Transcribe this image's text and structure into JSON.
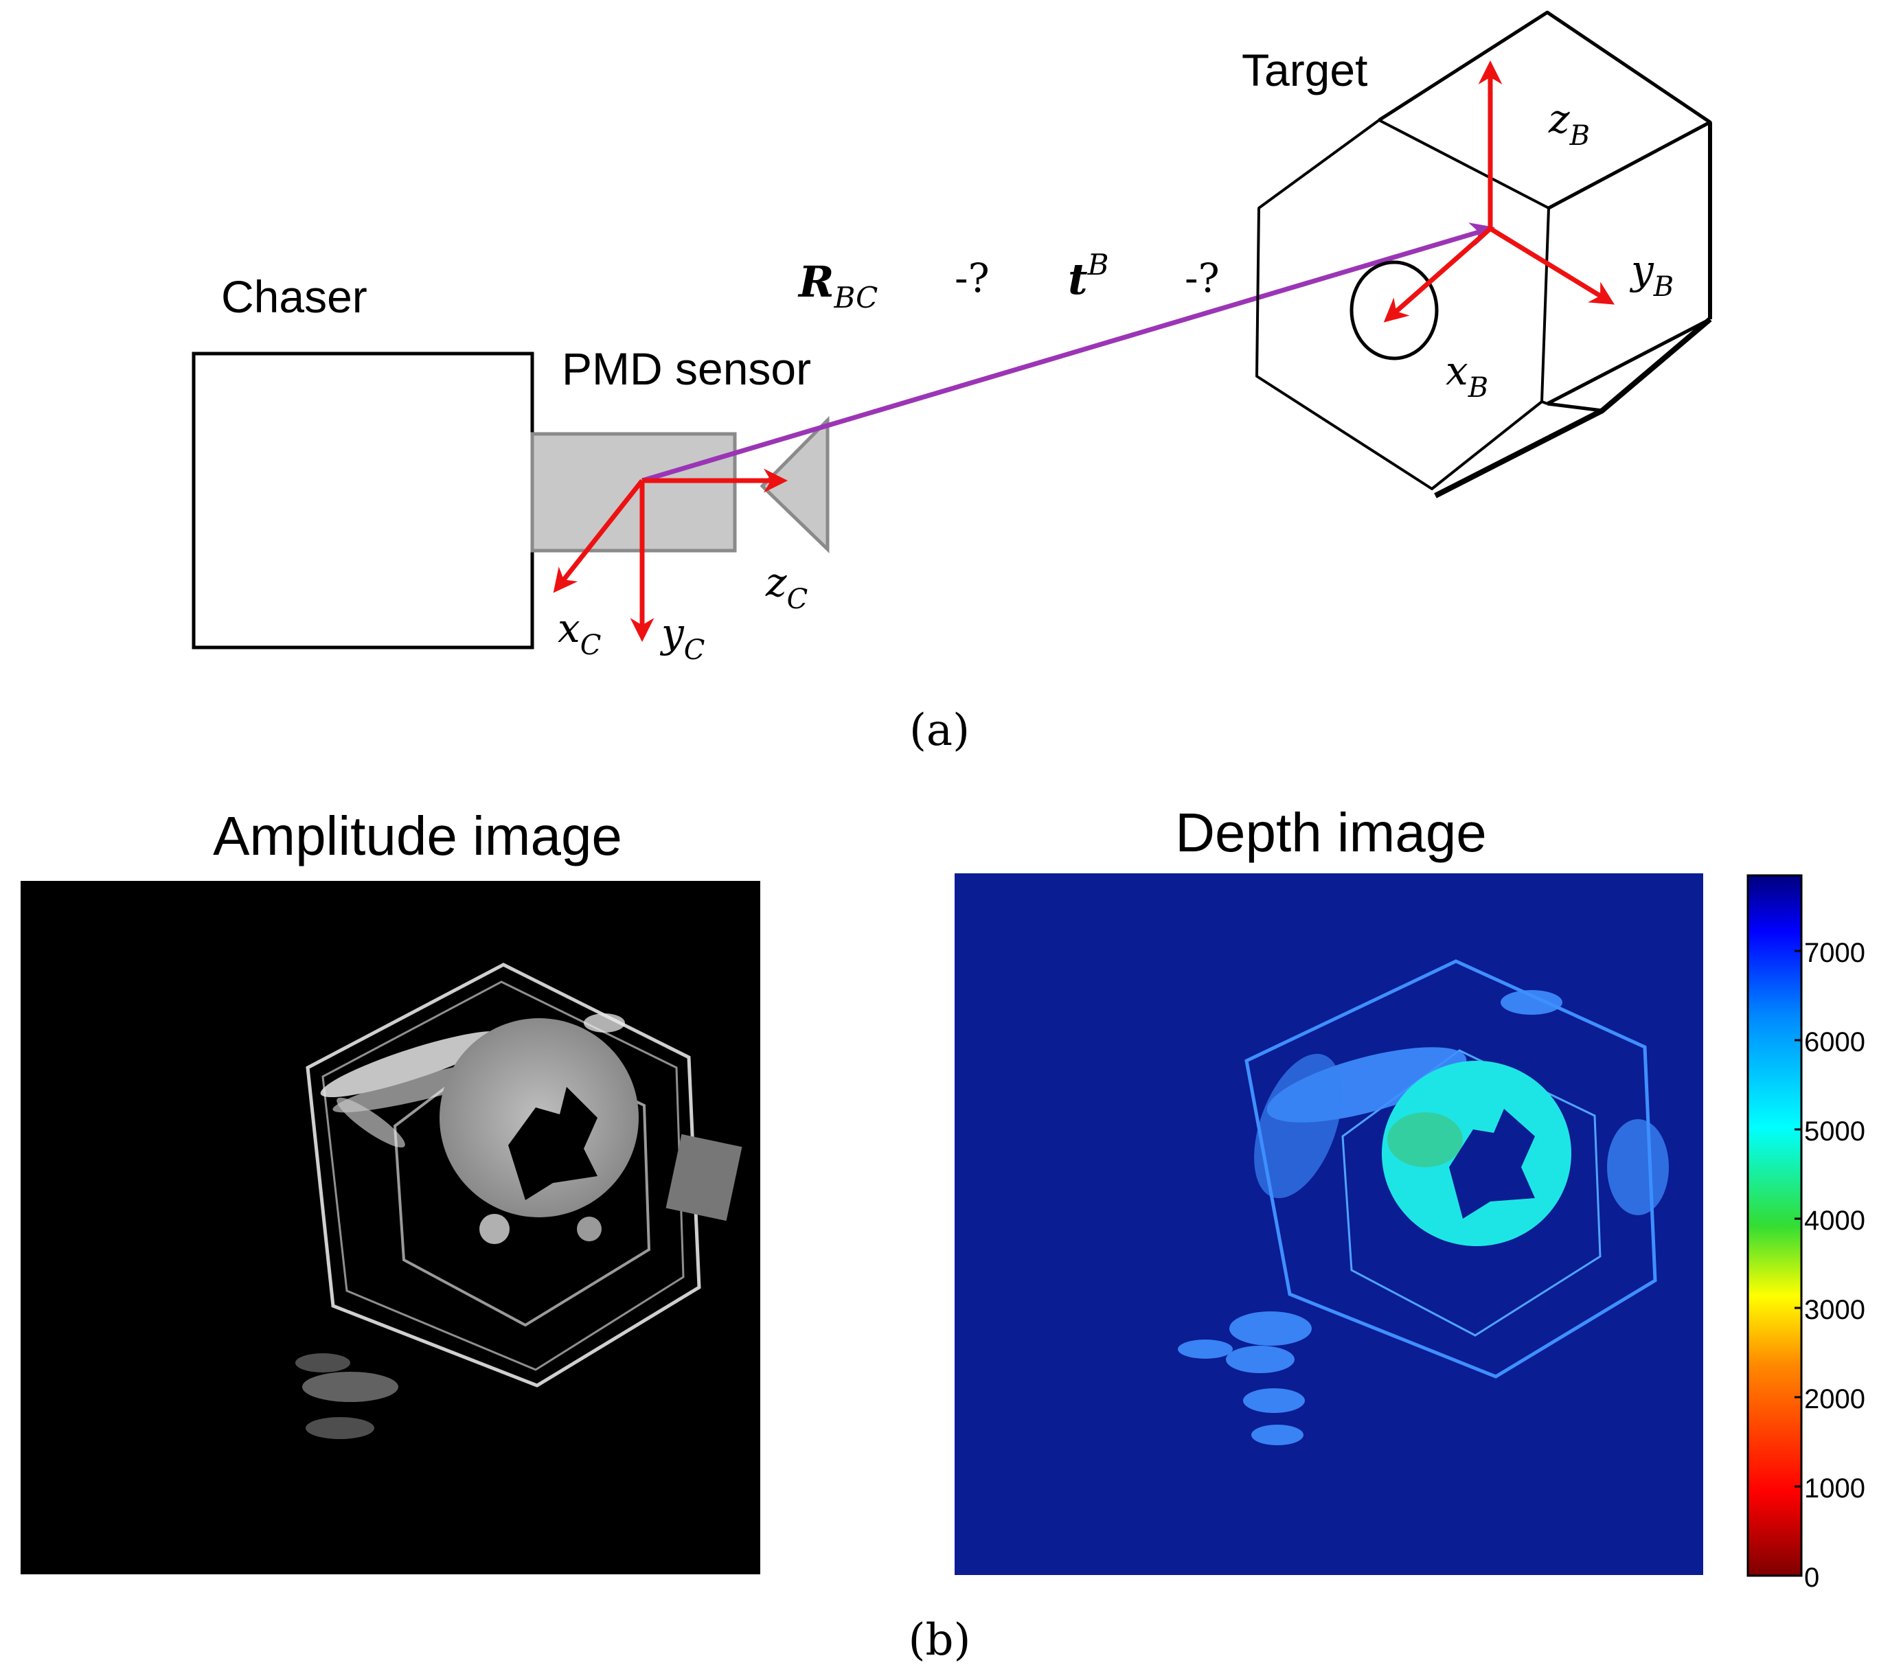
{
  "panel_a": {
    "chaser_label": "Chaser",
    "sensor_label": "PMD sensor",
    "target_label": "Target",
    "rotation_symbol": "R",
    "rotation_sub": "BC",
    "rotation_unknown": "-?",
    "translation_symbol": "t",
    "translation_sup": "B",
    "translation_unknown": "-?",
    "chaser_axes": {
      "x": "x",
      "x_sub": "C",
      "y": "y",
      "y_sub": "C",
      "z": "z",
      "z_sub": "C"
    },
    "target_axes": {
      "x": "x",
      "x_sub": "B",
      "y": "y",
      "y_sub": "B",
      "z": "z",
      "z_sub": "B"
    },
    "caption": "(a)"
  },
  "panel_b": {
    "amplitude_title": "Amplitude image",
    "depth_title": "Depth image",
    "caption": "(b)",
    "colorbar": {
      "ticks": [
        "0",
        "1000",
        "2000",
        "3000",
        "4000",
        "5000",
        "6000",
        "7000"
      ]
    }
  },
  "colors": {
    "axis_red": "#ee1111",
    "translation_purple": "#9b35b5",
    "sensor_gray": "#c8c8c8",
    "depth_background": "#0a1d92"
  }
}
